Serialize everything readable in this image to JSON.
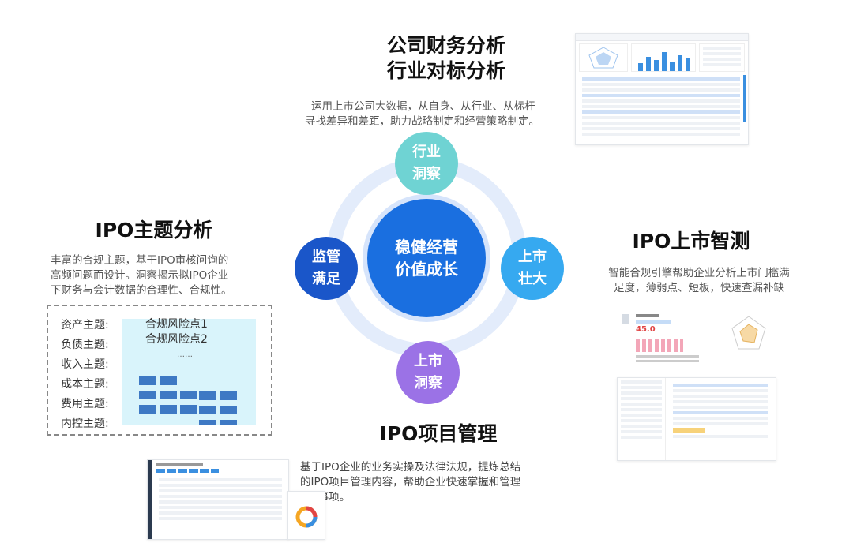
{
  "center": {
    "line1": "稳健经营",
    "line2": "价值成长"
  },
  "nodes": {
    "top": {
      "line1": "行业",
      "line2": "洞察"
    },
    "left": {
      "line1": "监管",
      "line2": "满足"
    },
    "right": {
      "line1": "上市",
      "line2": "壮大"
    },
    "bottom": {
      "line1": "上市",
      "line2": "洞察"
    }
  },
  "sections": {
    "finance": {
      "title_line1": "公司财务分析",
      "title_line2": "行业对标分析",
      "desc_line1": "运用上市公司大数据，从自身、从行业、从标杆",
      "desc_line2": "寻找差异和差距，助力战略制定和经营策略制定。"
    },
    "ipo_topic": {
      "title": "IPO主题分析",
      "desc_line1": "丰富的合规主题，基于IPO审核问询的",
      "desc_line2": "高频问题而设计。洞察揭示拟IPO企业",
      "desc_line3": "下财务与会计数据的合理性、合规性。",
      "topics": [
        "资产主题:",
        "负债主题:",
        "收入主题:",
        "成本主题:",
        "费用主题:",
        "内控主题:"
      ],
      "risk1": "合规风险点1",
      "risk2": "合规风险点2",
      "ellipsis": "……"
    },
    "ipo_predict": {
      "title": "IPO上市智测",
      "desc_line1": "智能合规引擎帮助企业分析上市门槛满",
      "desc_line2": "足度，薄弱点、短板，快速查漏补缺",
      "score": "45.0"
    },
    "ipo_project": {
      "title": "IPO项目管理",
      "desc_line1": "基于IPO企业的业务实操及法律法规，提炼总结",
      "desc_line2": "的IPO项目管理内容，帮助企业快速掌握和管理",
      "desc_line3": "IPO事项。"
    }
  },
  "colors": {
    "center": "#1a6fe0",
    "ring": "#e3ecfb",
    "top": "#6fd3d3",
    "left": "#1a56c9",
    "right": "#36a9f0",
    "bottom": "#9b72e6"
  }
}
